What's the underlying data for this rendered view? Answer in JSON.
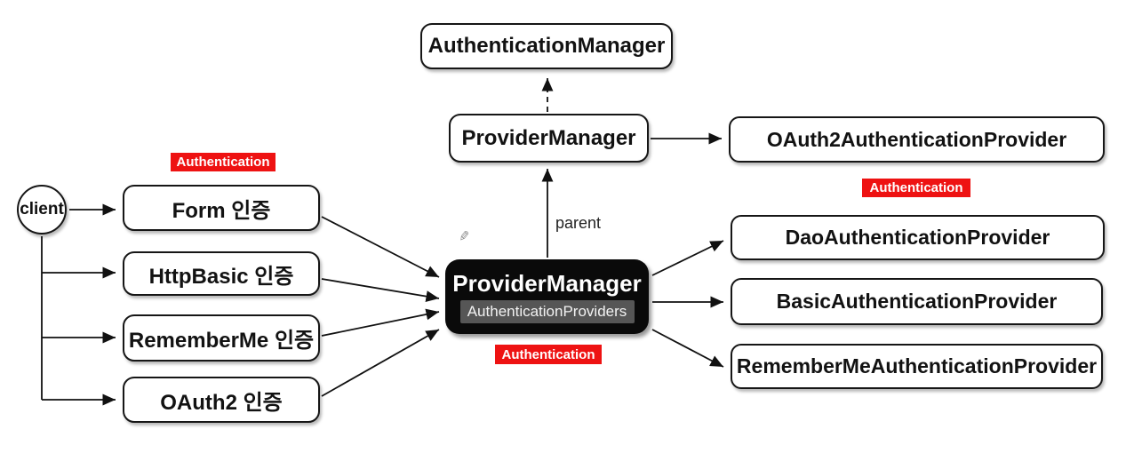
{
  "diagram": {
    "authentication_manager": {
      "label": "AuthenticationManager"
    },
    "provider_manager_parent": {
      "label": "ProviderManager"
    },
    "oauth2_authentication_provider": {
      "label": "OAuth2AuthenticationProvider"
    },
    "client": {
      "label": "client"
    },
    "auth_methods": [
      {
        "label": "Form 인증"
      },
      {
        "label": "HttpBasic 인증"
      },
      {
        "label": "RememberMe 인증"
      },
      {
        "label": "OAuth2 인증"
      }
    ],
    "provider_manager_main": {
      "label": "ProviderManager",
      "sublabel": "AuthenticationProviders"
    },
    "providers": [
      {
        "label": "DaoAuthenticationProvider"
      },
      {
        "label": "BasicAuthenticationProvider"
      },
      {
        "label": "RememberMeAuthenticationProvider"
      }
    ],
    "badges": {
      "left": "Authentication",
      "center": "Authentication",
      "right": "Authentication"
    },
    "parent_label": "parent",
    "pencil_icon": "✎",
    "colors": {
      "badge_red": "#ee1212",
      "black_box_bg": "#0a0a0a",
      "inner_gray_bg": "#565656",
      "line_color": "#111111"
    }
  }
}
